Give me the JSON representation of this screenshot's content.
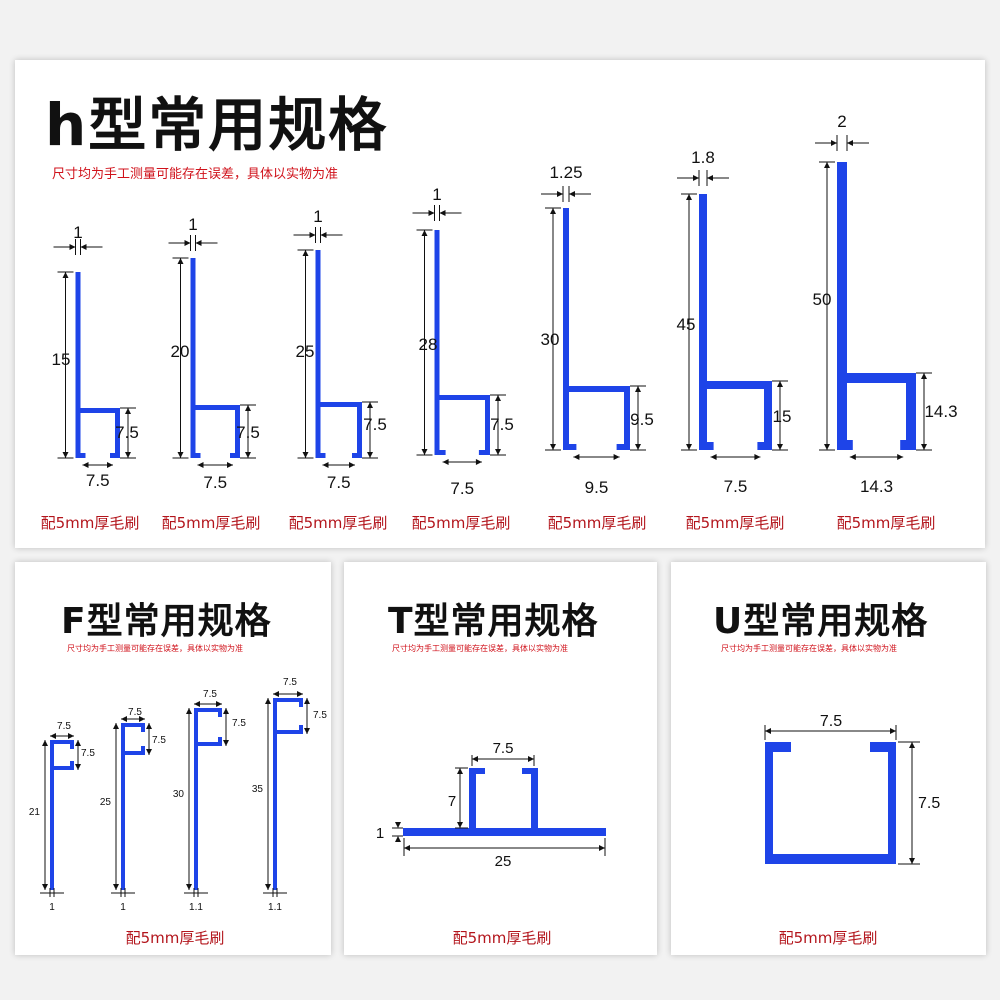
{
  "h_panel": {
    "title": "h型常用规格",
    "note": "尺寸均为手工测量可能存在误差，具体以实物为准",
    "items": [
      {
        "thickness": "1",
        "height": "15",
        "inner_height": "7.5",
        "width": "7.5",
        "brush": "配5mm厚毛刷"
      },
      {
        "thickness": "1",
        "height": "20",
        "inner_height": "7.5",
        "width": "7.5",
        "brush": "配5mm厚毛刷"
      },
      {
        "thickness": "1",
        "height": "25",
        "inner_height": "7.5",
        "width": "7.5",
        "brush": "配5mm厚毛刷"
      },
      {
        "thickness": "1",
        "height": "28",
        "inner_height": "7.5",
        "width": "7.5",
        "brush": "配5mm厚毛刷"
      },
      {
        "thickness": "1.25",
        "height": "30",
        "inner_height": "9.5",
        "width": "9.5",
        "brush": "配5mm厚毛刷"
      },
      {
        "thickness": "1.8",
        "height": "45",
        "inner_height": "15",
        "width": "7.5",
        "brush": "配5mm厚毛刷"
      },
      {
        "thickness": "2",
        "height": "50",
        "inner_height": "14.3",
        "width": "14.3",
        "brush": "配5mm厚毛刷"
      }
    ]
  },
  "f_panel": {
    "title": "F型常用规格",
    "note": "尺寸均为手工测量可能存在误差，具体以实物为准",
    "brush": "配5mm厚毛刷",
    "items": [
      {
        "top_width": "7.5",
        "top_height": "7.5",
        "height": "21",
        "thickness": "1"
      },
      {
        "top_width": "7.5",
        "top_height": "7.5",
        "height": "25",
        "thickness": "1"
      },
      {
        "top_width": "7.5",
        "top_height": "7.5",
        "height": "30",
        "thickness": "1.1"
      },
      {
        "top_width": "7.5",
        "top_height": "7.5",
        "height": "35",
        "thickness": "1.1"
      }
    ]
  },
  "t_panel": {
    "title": "T型常用规格",
    "note": "尺寸均为手工测量可能存在误差，具体以实物为准",
    "brush": "配5mm厚毛刷",
    "dims": {
      "slot_width": "7.5",
      "slot_height": "7",
      "thickness": "1",
      "base_width": "25"
    }
  },
  "u_panel": {
    "title": "U型常用规格",
    "note": "尺寸均为手工测量可能存在误差，具体以实物为准",
    "brush": "配5mm厚毛刷",
    "dims": {
      "width": "7.5",
      "height": "7.5"
    }
  },
  "colors": {
    "profile": "#1e44e8",
    "note": "#d0121b",
    "brush": "#b3151c",
    "panel": "#ffffff",
    "background": "#f2f2f2"
  }
}
